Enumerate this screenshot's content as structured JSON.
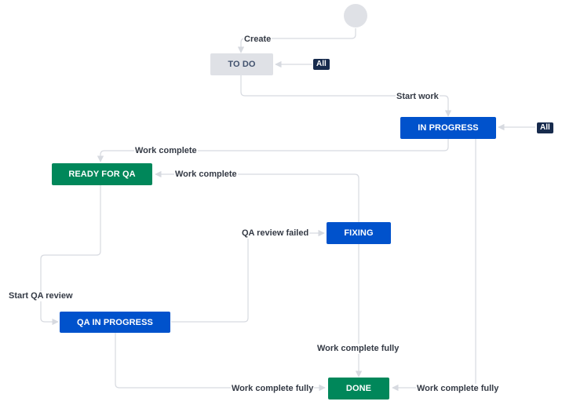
{
  "colors": {
    "todo_bg": "#dfe1e6",
    "todo_fg": "#42526e",
    "inprogress_bg": "#0052cc",
    "done_bg": "#00875a",
    "badge_bg": "#172b4d",
    "edge": "#d7dae0",
    "start": "#dfe1e6"
  },
  "start": {
    "icon": "start-node-circle"
  },
  "statuses": {
    "todo": "TO DO",
    "in_progress": "IN PROGRESS",
    "ready_for_qa": "READY FOR QA",
    "fixing": "FIXING",
    "qa_in_progress": "QA IN PROGRESS",
    "done": "DONE"
  },
  "badges": {
    "todo_all": "All",
    "in_progress_all": "All"
  },
  "transitions": {
    "create": "Create",
    "start_work": "Start work",
    "work_complete_to_ready": "Work complete",
    "work_complete_from_fixing": "Work complete",
    "qa_review_failed": "QA review failed",
    "start_qa_review": "Start QA review",
    "fixing_work_complete_fully": "Work complete fully",
    "qa_work_complete_fully": "Work complete fully",
    "inprogress_work_complete_fully": "Work complete fully"
  }
}
